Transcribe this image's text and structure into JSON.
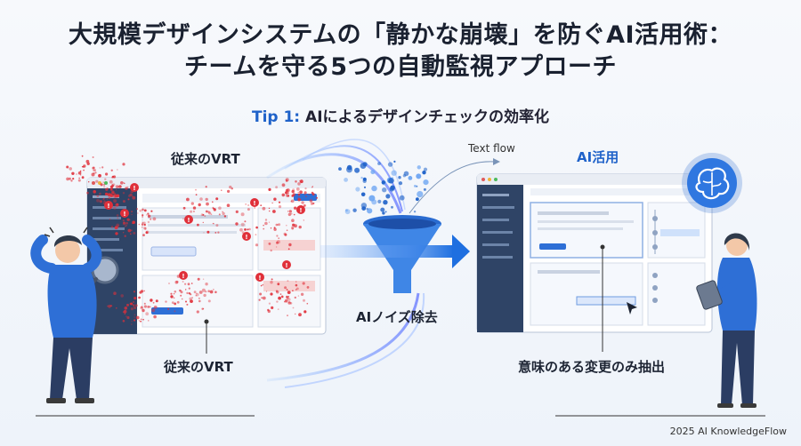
{
  "title_line1": "大規模デザインシステムの「静かな崩壊」を防ぐAI活用術：",
  "title_line2": "チームを守る5つの自動監視アプローチ",
  "tip_prefix": "Tip 1:",
  "tip_text": "AIによるデザインチェックの効率化",
  "left_label_top": "従来のVRT",
  "left_label_bottom": "従来のVRT",
  "text_flow_label": "Text flow",
  "right_label_top": "AI活用",
  "funnel_label": "AIノイズ除去",
  "right_label_bottom": "意味のある変更のみ抽出",
  "footer": "2025 AI KnowledgeFlow",
  "colors": {
    "accent": "#1f62c9",
    "noise": "#e0303a",
    "panel_dark": "#2f4466"
  }
}
